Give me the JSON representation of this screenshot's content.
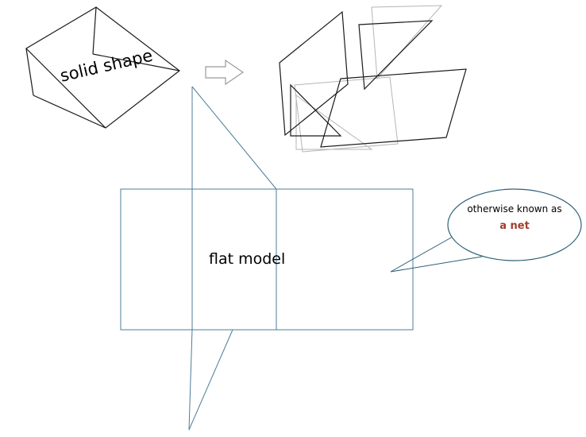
{
  "labels": {
    "solid_shape": "solid shape",
    "flat_model": "flat model",
    "bubble_line1": "otherwise known as",
    "bubble_line2": "a net"
  },
  "colors": {
    "background": "#ffffff",
    "shape_stroke": "#1a1a1a",
    "ghost_stroke": "#b5b5b5",
    "arrow_stroke": "#9a9a9a",
    "net_stroke": "#4d7d99",
    "bubble_stroke": "#2f5f78",
    "net_label_color": "#a23c2e"
  }
}
